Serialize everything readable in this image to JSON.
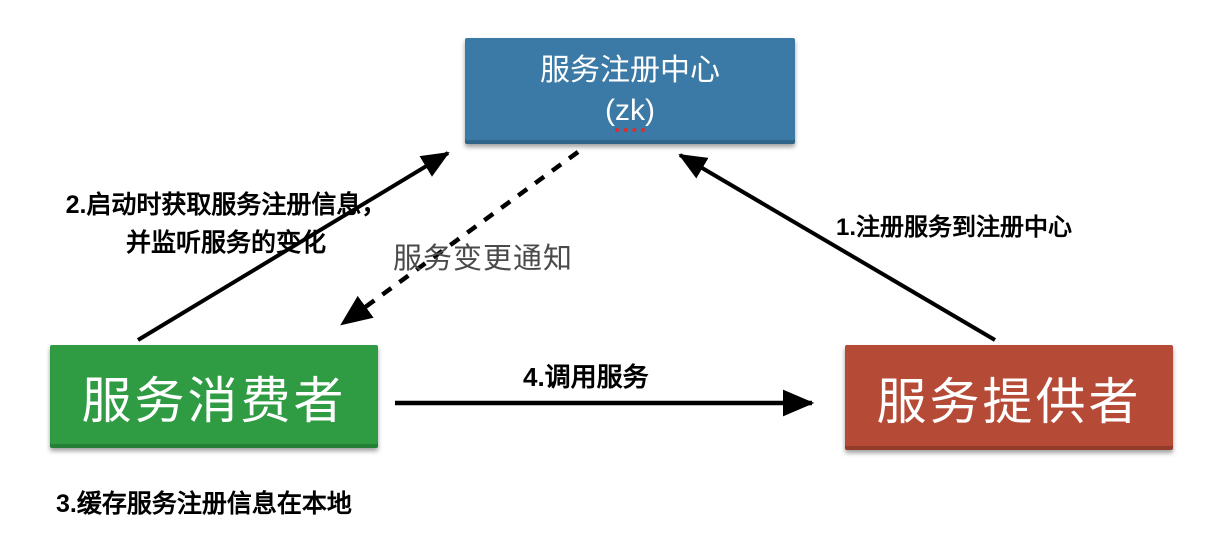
{
  "boxes": {
    "registry": {
      "title": "服务注册中心",
      "paren_open": "(",
      "zk": "zk",
      "paren_close": ")",
      "color": "#3b7aa6"
    },
    "consumer": {
      "title": "服务消费者",
      "color": "#2f9b43"
    },
    "provider": {
      "title": "服务提供者",
      "color": "#b54a36"
    }
  },
  "labels": {
    "register": "1.注册服务到注册中心",
    "fetch_line1": "2.启动时获取服务注册信息，",
    "fetch_line2": "并监听服务的变化",
    "cache_note": "3.缓存服务注册信息在本地",
    "invoke": "4.调用服务",
    "notify": "服务变更通知"
  },
  "colors": {
    "arrow": "#000000",
    "notify_text": "#4a4a4a",
    "spellcheck_underline": "#e02b2b"
  }
}
